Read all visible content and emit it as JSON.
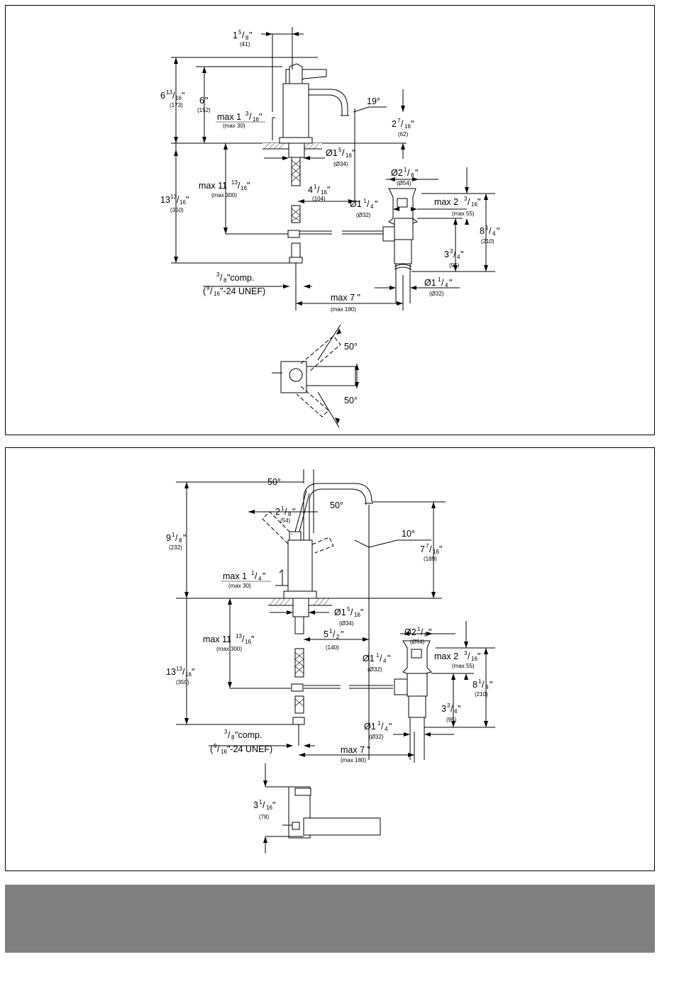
{
  "diagram1": {
    "spout_offset": {
      "in_whole": "1",
      "in_num": "5",
      "in_den": "8",
      "mm": "(41)"
    },
    "total_height": {
      "in_whole": "6",
      "in_num": "13",
      "in_den": "16",
      "mm": "(173)"
    },
    "spout_height": {
      "in_whole": "6",
      "mm": "(152)"
    },
    "deck_thickness": {
      "prefix": "max 1",
      "in_num": "3",
      "in_den": "16",
      "mm": "(max 30)"
    },
    "spout_angle": "19°",
    "spout_reach": {
      "in_whole": "2",
      "in_num": "7",
      "in_den": "16",
      "mm": "(62)"
    },
    "hole_diameter": {
      "prefix": "Ø1",
      "in_num": "5",
      "in_den": "16",
      "mm": "(Ø34)"
    },
    "below_height": {
      "in_whole": "13",
      "in_num": "13",
      "in_den": "16",
      "mm": "(350)"
    },
    "hose_length": {
      "prefix": "max 11",
      "in_num": "13",
      "in_den": "16",
      "mm": "(max 300)"
    },
    "drain_offset": {
      "in_whole": "4",
      "in_num": "1",
      "in_den": "16",
      "mm": "(104)"
    },
    "pop_up_diameter": {
      "prefix": "Ø2",
      "in_num": "1",
      "in_den": "8",
      "mm": "(Ø54)"
    },
    "drain_hole": {
      "prefix": "Ø1",
      "in_num": "1",
      "in_den": "4",
      "mm": "(Ø32)"
    },
    "drain_deck": {
      "prefix": "max 2",
      "in_num": "3",
      "in_den": "16",
      "mm": "(max 55)"
    },
    "drain_total": {
      "in_whole": "8",
      "in_num": "1",
      "in_den": "4",
      "mm": "(210)"
    },
    "drain_tail": {
      "in_whole": "3",
      "in_num": "3",
      "in_den": "4",
      "mm": "(95)"
    },
    "tailpiece": {
      "prefix": "Ø1",
      "in_num": "1",
      "in_den": "4",
      "mm": "(Ø32)"
    },
    "connection_top": {
      "num": "3",
      "den": "8",
      "text": "\"comp."
    },
    "connection_bottom": {
      "open": "(",
      "num": "9",
      "den": "16",
      "text": "\"-24 UNEF)"
    },
    "max_reach": {
      "label": "max 7 \"",
      "mm": "(max 180)"
    },
    "lever_angle_top": "50°",
    "lever_angle_bottom": "50°"
  },
  "diagram2": {
    "lever_angle_left": "50°",
    "lever_angle_right": "50°",
    "lever_width": {
      "in_whole": "2",
      "in_num": "1",
      "in_den": "8",
      "mm": "(54)"
    },
    "total_height": {
      "in_whole": "9",
      "in_num": "1",
      "in_den": "8",
      "mm": "(232)"
    },
    "spout_angle": "10°",
    "spout_height": {
      "in_whole": "7",
      "in_num": "7",
      "in_den": "16",
      "mm": "(189)"
    },
    "deck_thickness": {
      "prefix": "max 1",
      "in_num": "1",
      "in_den": "4",
      "mm": "(max 30)"
    },
    "hole_diameter": {
      "prefix": "Ø1",
      "in_num": "5",
      "in_den": "16",
      "mm": "(Ø34)"
    },
    "hose_length": {
      "prefix": "max 11",
      "in_num": "13",
      "in_den": "16",
      "mm": "(max 300)"
    },
    "spout_reach": {
      "in_whole": "5",
      "in_num": "1",
      "in_den": "2",
      "mm": "(140)"
    },
    "below_height": {
      "in_whole": "13",
      "in_num": "13",
      "in_den": "16",
      "mm": "(350)"
    },
    "pop_up_diameter": {
      "prefix": "Ø2",
      "in_num": "1",
      "in_den": "8",
      "mm": "(Ø54)"
    },
    "drain_hole": {
      "prefix": "Ø1",
      "in_num": "1",
      "in_den": "4",
      "mm": "(Ø32)"
    },
    "drain_deck": {
      "prefix": "max 2",
      "in_num": "3",
      "in_den": "16",
      "mm": "(max 55)"
    },
    "drain_total": {
      "in_whole": "8",
      "in_num": "1",
      "in_den": "4",
      "mm": "(210)"
    },
    "drain_tail": {
      "in_whole": "3",
      "in_num": "3",
      "in_den": "4",
      "mm": "(95)"
    },
    "tailpiece": {
      "prefix": "Ø1",
      "in_num": "1",
      "in_den": "4",
      "mm": "(Ø32)"
    },
    "connection_top": {
      "num": "3",
      "den": "8",
      "text": "\"comp."
    },
    "connection_bottom": {
      "open": "(",
      "num": "9",
      "den": "16",
      "text": "\"-24 UNEF)"
    },
    "max_reach": {
      "label": "max 7 \"",
      "mm": "(max 180)"
    },
    "base_depth": {
      "in_whole": "3",
      "in_num": "1",
      "in_den": "16",
      "mm": "(78)"
    }
  }
}
